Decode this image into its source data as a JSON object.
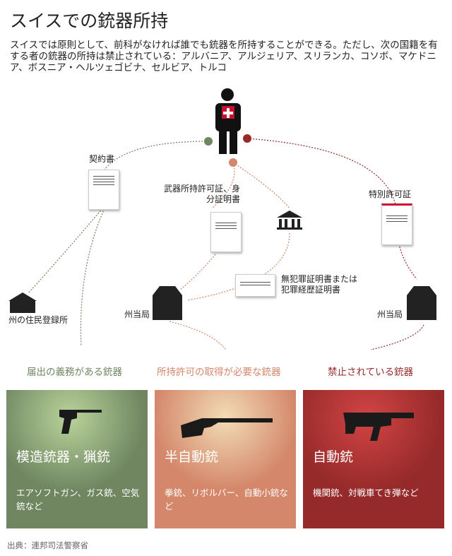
{
  "title": "スイスでの銃器所持",
  "intro": "スイスでは原則として、前科がなければ誰でも銃器を所持することができる。ただし、次の国籍を有する者の銃器の所持は禁止されている：アルバニア、アルジェリア、スリランカ、コソボ、マケドニア、ボスニア・ヘルツェゴビナ、セルビア、トルコ",
  "labels": {
    "contract": "契約書",
    "permit_id": "武器所持許可証、身分証明書",
    "special_permit": "特別許可証",
    "criminal_record": "無犯罪証明書または犯罪経歴証明書",
    "residents_office": "州の住民登録所",
    "canton_authority_1": "州当局",
    "canton_authority_2": "州当局"
  },
  "categories": [
    {
      "heading": "届出の義務がある銃器",
      "title": "模造銃器・猟銃",
      "desc": "エアソフトガン、ガス銃、空気銃など",
      "color": "#6f8661"
    },
    {
      "heading": "所持許可の取得が必要な銃器",
      "title": "半自動銃",
      "desc": "拳銃、リボルバー、自動小銃など",
      "color": "#d4876a"
    },
    {
      "heading": "禁止されている銃器",
      "title": "自動銃",
      "desc": "機関銃、対戦車てき弾など",
      "color": "#962a2a"
    }
  ],
  "source": "出典：連邦司法警察省"
}
